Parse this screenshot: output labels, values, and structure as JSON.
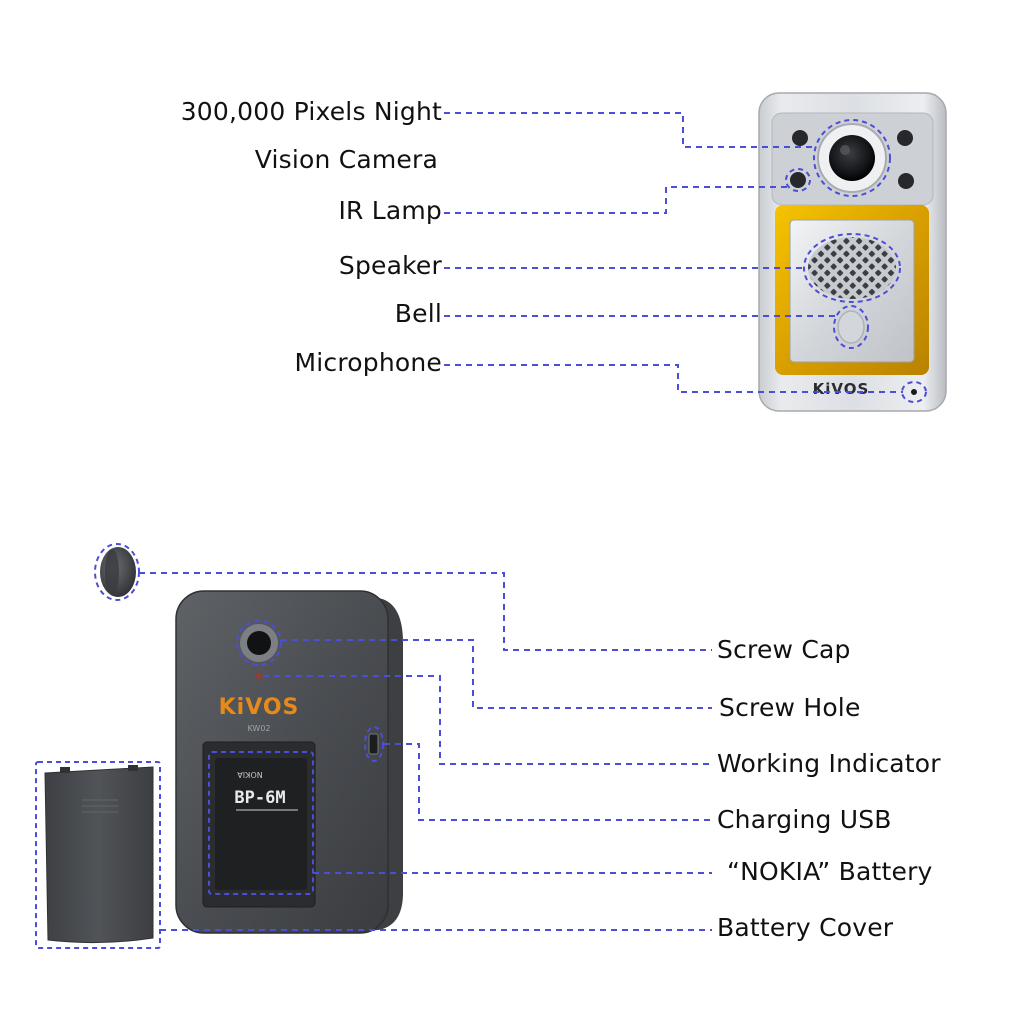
{
  "front_view": {
    "labels": {
      "camera_line1": "300,000 Pixels Night",
      "camera_line2": "Vision Camera",
      "ir_lamp": "IR Lamp",
      "speaker": "Speaker",
      "bell": "Bell",
      "microphone": "Microphone"
    },
    "device_brand": "KiVOS"
  },
  "back_view": {
    "labels": {
      "screw_cap": "Screw Cap",
      "screw_hole": "Screw Hole",
      "working_indicator": "Working Indicator",
      "charging_usb": "Charging USB",
      "battery": "“NOKIA” Battery",
      "battery_cover": "Battery Cover"
    },
    "device_brand": "KiVOS",
    "device_model": "KW02",
    "battery_brand": "NOKIA",
    "battery_model": "BP-6M"
  },
  "colors": {
    "leader_line": "#4b4fd6",
    "frame_yellow": "#f0b400",
    "brand_orange": "#e58a1b",
    "device_dark": "#4e5155"
  }
}
